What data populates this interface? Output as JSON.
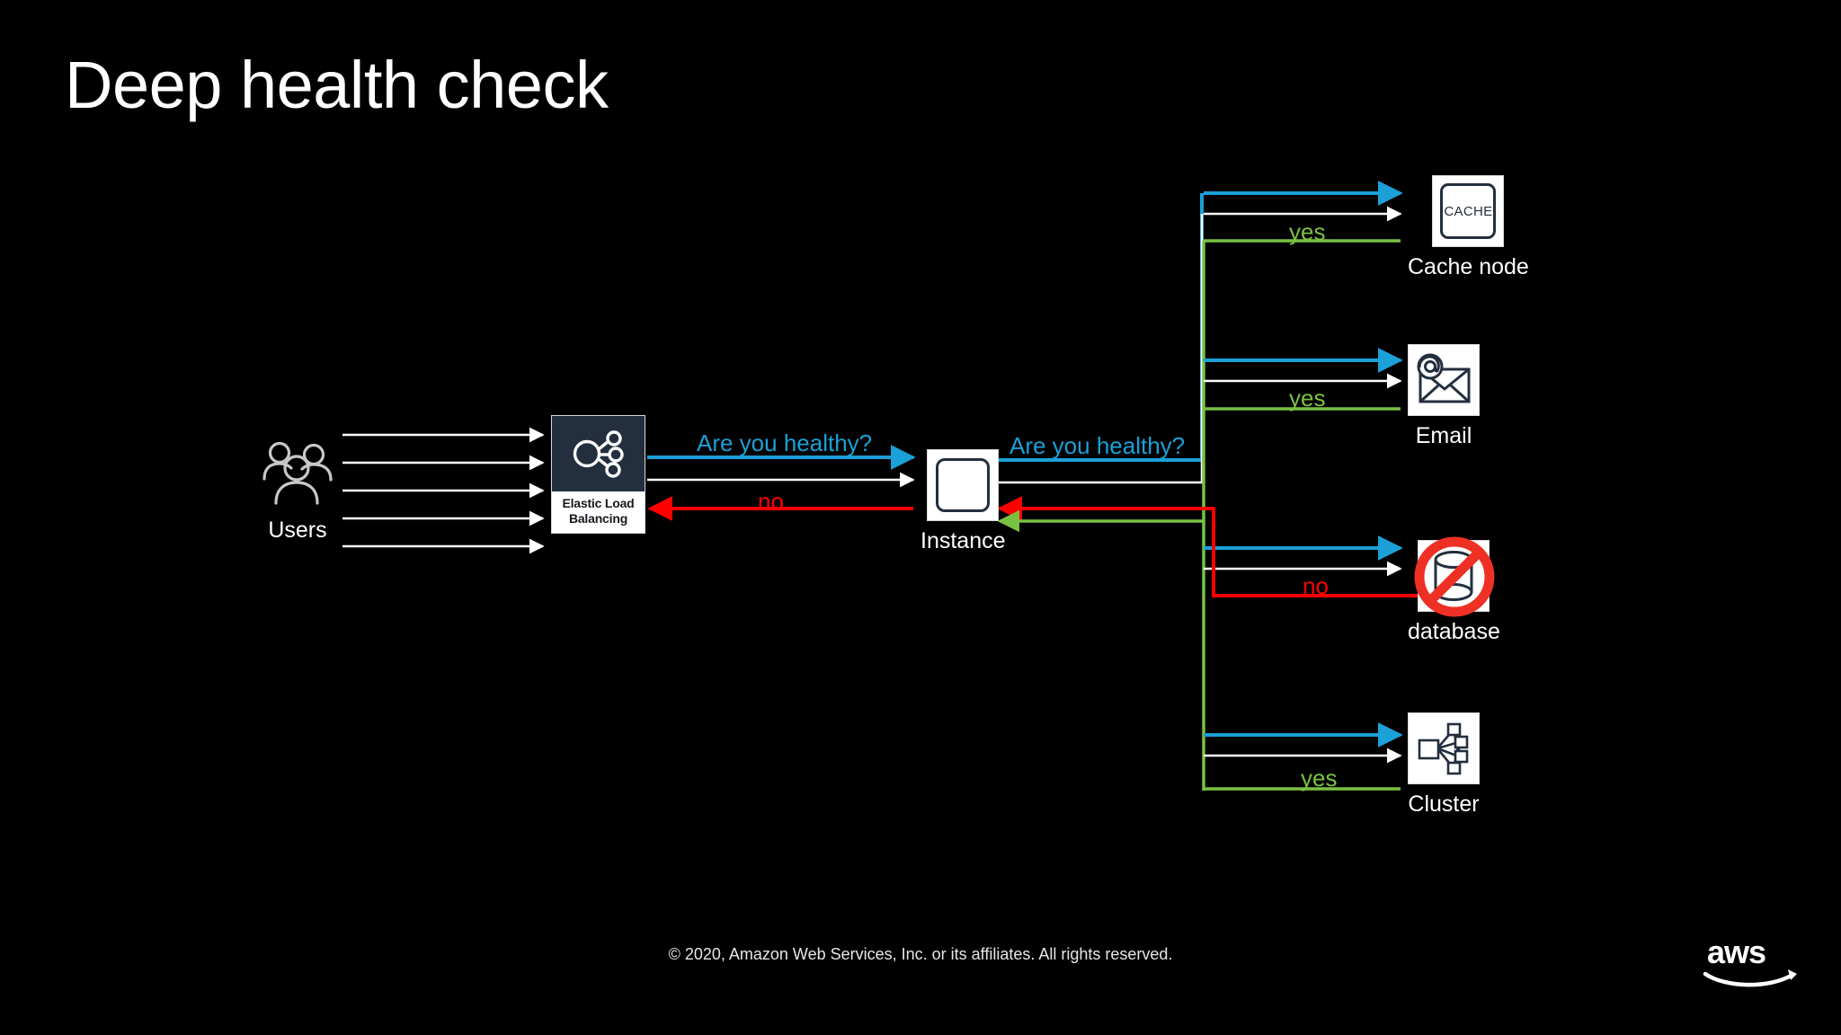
{
  "slide": {
    "title": "Deep health check"
  },
  "nodes": {
    "users": {
      "label": "Users",
      "icon": "users-icon"
    },
    "elb": {
      "label": "Elastic Load Balancing",
      "caption_line1": "Elastic Load",
      "caption_line2": "Balancing",
      "icon": "elastic-load-balancing-icon"
    },
    "instance": {
      "label": "Instance",
      "icon": "instance-icon"
    },
    "cache": {
      "label": "Cache node",
      "icon": "cache-icon",
      "glyph_text": "CACHE"
    },
    "email": {
      "label": "Email",
      "icon": "email-icon"
    },
    "database": {
      "label": "database",
      "icon": "database-icon",
      "overlay": "prohibited-icon"
    },
    "cluster": {
      "label": "Cluster",
      "icon": "cluster-icon"
    }
  },
  "edge_labels": {
    "elb_to_instance_query": "Are you healthy?",
    "elb_to_instance_answer": "no",
    "instance_to_services_query": "Are you healthy?",
    "cache_answer": "yes",
    "email_answer": "yes",
    "database_answer": "no",
    "cluster_answer": "yes"
  },
  "colors": {
    "query_blue": "#1ba0d7",
    "healthy_green": "#7ac143",
    "unhealthy_red": "#ff0000",
    "request_white": "#ffffff",
    "background": "#000000",
    "aws_navy": "#232f3e"
  },
  "footer": {
    "copyright": "© 2020, Amazon Web Services, Inc. or its affiliates. All rights reserved.",
    "logo": "aws-logo"
  }
}
